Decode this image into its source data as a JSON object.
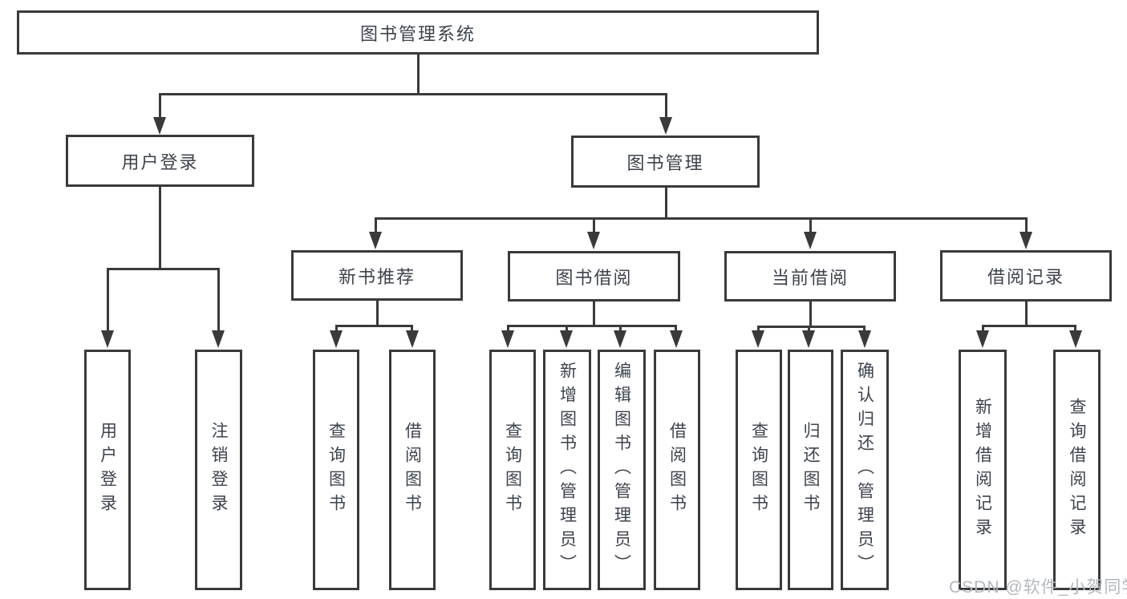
{
  "diagram": {
    "type": "hierarchy-tree",
    "title": "图书管理系统",
    "watermark": "CSDN @软件_小贺同学",
    "colors": {
      "line": "#3a3a3a",
      "text": "#3d434c",
      "background": "#ffffff",
      "watermark": "#b3b9bf"
    },
    "nodes": {
      "root": {
        "label": "图书管理系统"
      },
      "level2": [
        {
          "id": "user-login",
          "label": "用户登录"
        },
        {
          "id": "book-mgmt",
          "label": "图书管理"
        }
      ],
      "level3": [
        {
          "id": "new-book",
          "label": "新书推荐",
          "parent": "book-mgmt"
        },
        {
          "id": "book-borrow",
          "label": "图书借阅",
          "parent": "book-mgmt"
        },
        {
          "id": "current-borrow",
          "label": "当前借阅",
          "parent": "book-mgmt"
        },
        {
          "id": "borrow-record",
          "label": "借阅记录",
          "parent": "book-mgmt"
        }
      ],
      "leaves": [
        {
          "parent": "user-login",
          "label": "用户登录"
        },
        {
          "parent": "user-login",
          "label": "注销登录"
        },
        {
          "parent": "new-book",
          "label": "查询图书"
        },
        {
          "parent": "new-book",
          "label": "借阅图书"
        },
        {
          "parent": "book-borrow",
          "label": "查询图书"
        },
        {
          "parent": "book-borrow",
          "label": "新增图书（管理员）"
        },
        {
          "parent": "book-borrow",
          "label": "编辑图书（管理员）"
        },
        {
          "parent": "book-borrow",
          "label": "借阅图书"
        },
        {
          "parent": "current-borrow",
          "label": "查询图书"
        },
        {
          "parent": "current-borrow",
          "label": "归还图书"
        },
        {
          "parent": "current-borrow",
          "label": "确认归还（管理员）"
        },
        {
          "parent": "borrow-record",
          "label": "新增借阅记录"
        },
        {
          "parent": "borrow-record",
          "label": "查询借阅记录"
        }
      ]
    }
  }
}
